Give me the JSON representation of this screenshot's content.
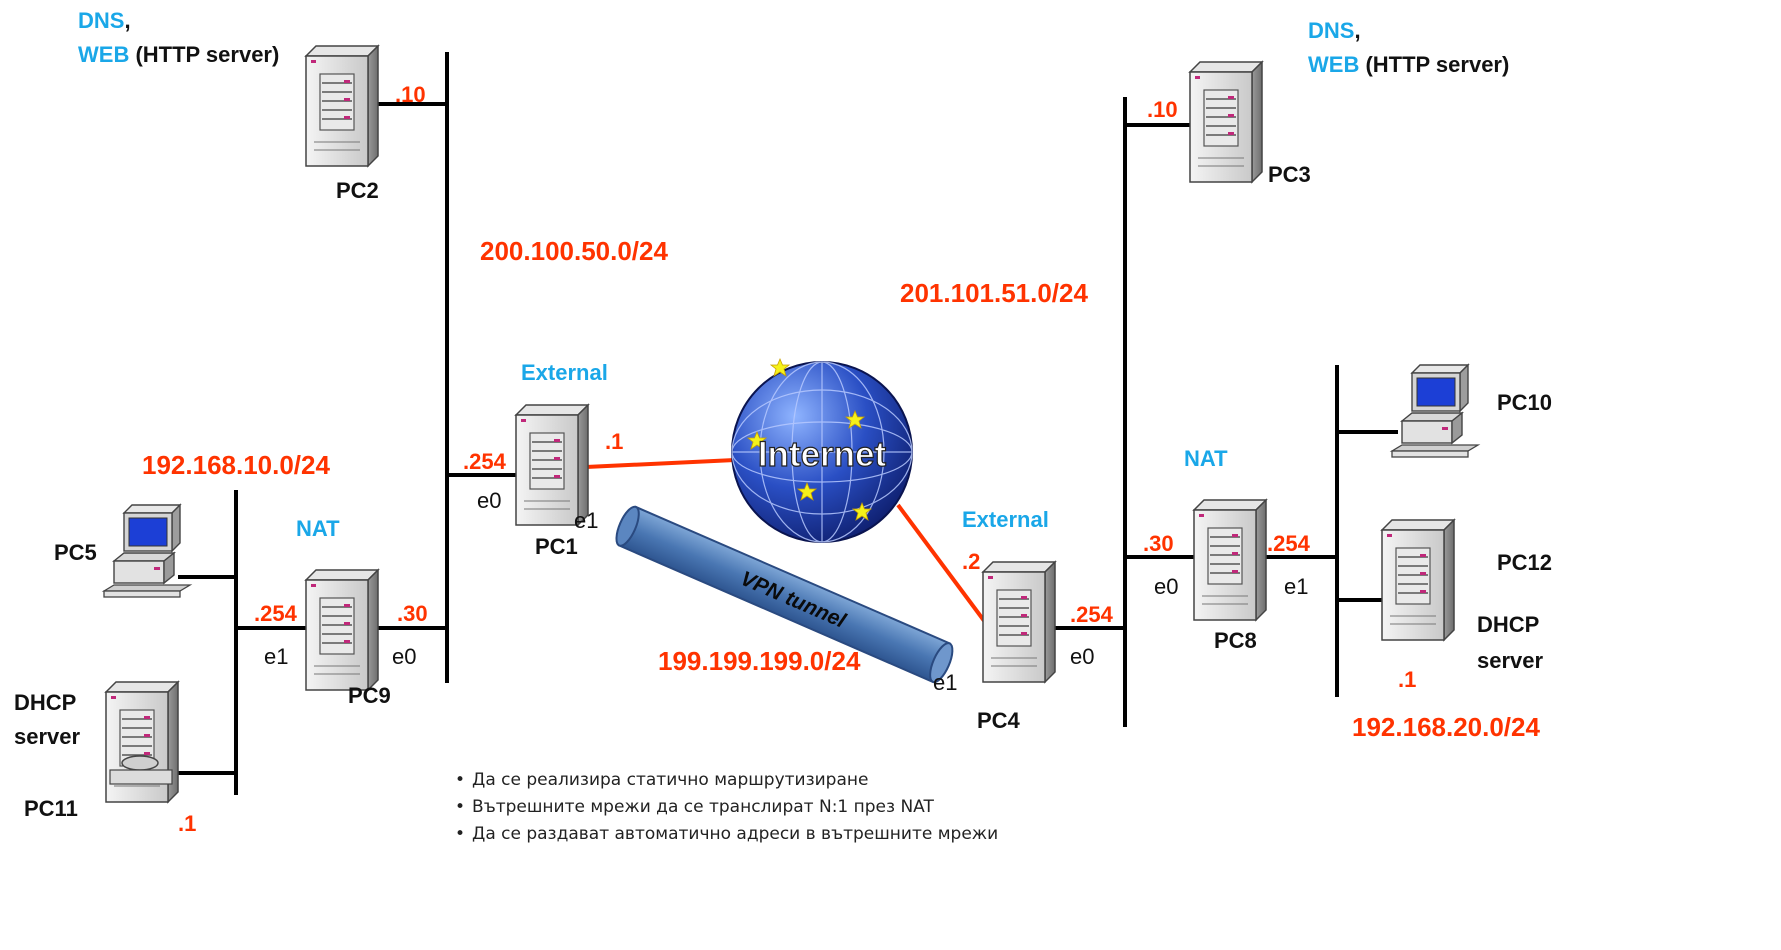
{
  "labels": {
    "dns": "DNS",
    "comma": ",",
    "web": "WEB",
    "http_server": "(HTTP server)",
    "external": "External",
    "nat": "NAT",
    "dhcp": "DHCP",
    "server": "server",
    "internet": "Internet",
    "vpn_tunnel": "VPN tunnel"
  },
  "networks": {
    "left_public": "200.100.50.0/24",
    "right_public": "201.101.51.0/24",
    "left_private": "192.168.10.0/24",
    "right_private": "192.168.20.0/24",
    "wan": "199.199.199.0/24"
  },
  "hosts": {
    "pc1": "PC1",
    "pc2": "PC2",
    "pc3": "PC3",
    "pc4": "PC4",
    "pc5": "PC5",
    "pc8": "PC8",
    "pc9": "PC9",
    "pc10": "PC10",
    "pc11": "PC11",
    "pc12": "PC12"
  },
  "addresses": {
    "pc2": ".10",
    "pc3": ".10",
    "pc1_e0": ".254",
    "pc1_e1": ".1",
    "pc4_e1": ".2",
    "pc4_e0": ".254",
    "pc9_e1": ".254",
    "pc9_e0": ".30",
    "pc8_e0": ".30",
    "pc8_e1": ".254",
    "pc11": ".1",
    "pc12": ".1"
  },
  "interfaces": {
    "e0": "e0",
    "e1": "e1"
  },
  "notes": [
    "Да се реализира статично маршрутизиране",
    "Вътрешните мрежи да се транслират N:1 през NAT",
    "Да се раздават автоматично адреси в вътрешните мрежи"
  ]
}
